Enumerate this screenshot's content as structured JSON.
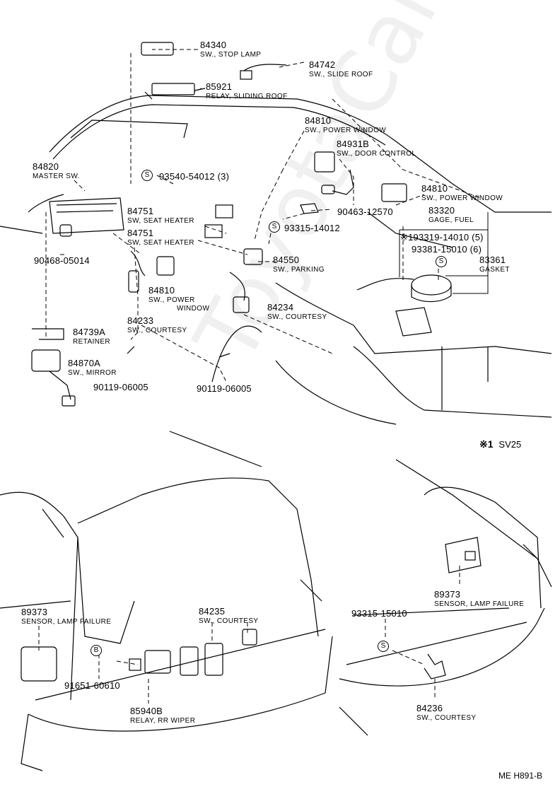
{
  "watermark": "ToyotaCarlife.ru",
  "figure_ref": "ME H891-B",
  "note": {
    "mark": "※1",
    "text": "SV25"
  },
  "parts": {
    "p84340": {
      "num": "84340",
      "desc": "SW., STOP LAMP"
    },
    "p84742": {
      "num": "84742",
      "desc": "SW., SLIDE ROOF"
    },
    "p85921": {
      "num": "85921",
      "desc": "RELAY, SLIDING ROOF"
    },
    "p84810a": {
      "num": "84810",
      "desc": "SW., POWER WINDOW"
    },
    "p84931b": {
      "num": "84931B",
      "desc": "SW., DOOR CONTROL"
    },
    "p84820": {
      "num": "84820",
      "desc": "MASTER SW."
    },
    "p93540": {
      "num": "93540-54012 (3)"
    },
    "p84810b": {
      "num": "84810",
      "desc": "SW., POWER WINDOW"
    },
    "p84751a": {
      "num": "84751",
      "desc": "SW, SEAT HEATER"
    },
    "p90463": {
      "num": "90463-12570"
    },
    "p83320": {
      "num": "83320",
      "desc": "GAGE, FUEL"
    },
    "p84751b": {
      "num": "84751",
      "desc": "SW, SEAT HEATER"
    },
    "p93315a": {
      "num": "93315-14012"
    },
    "p193319": {
      "num": "※193319-14010 (5)"
    },
    "p93381": {
      "num": "93381-15010 (6)"
    },
    "p83361": {
      "num": "83361",
      "desc": "GASKET"
    },
    "p90468": {
      "num": "90468-05014"
    },
    "p84550": {
      "num": "84550",
      "desc": "SW., PARKING"
    },
    "p84810c": {
      "num": "84810",
      "desc": "SW., POWER",
      "desc2": "WINDOW"
    },
    "p84234": {
      "num": "84234",
      "desc": "SW., COURTESY"
    },
    "p84233": {
      "num": "84233",
      "desc": "SW., COURTESY"
    },
    "p84739a": {
      "num": "84739A",
      "desc": "RETAINER"
    },
    "p84870a": {
      "num": "84870A",
      "desc": "SW., MIRROR"
    },
    "p90119a": {
      "num": "90119-06005"
    },
    "p90119b": {
      "num": "90119-06005"
    },
    "p89373a": {
      "num": "89373",
      "desc": "SENSOR, LAMP FAILURE"
    },
    "p84235": {
      "num": "84235",
      "desc": "SW., COURTESY"
    },
    "p91651": {
      "num": "91651-60610"
    },
    "p85940b": {
      "num": "85940B",
      "desc": "RELAY, RR WIPER"
    },
    "p89373b": {
      "num": "89373",
      "desc": "SENSOR, LAMP FAILURE"
    },
    "p93315b": {
      "num": "93315-15010"
    },
    "p84236": {
      "num": "84236",
      "desc": "SW., COURTESY"
    }
  },
  "symbols": {
    "s": "S",
    "b": "B"
  }
}
